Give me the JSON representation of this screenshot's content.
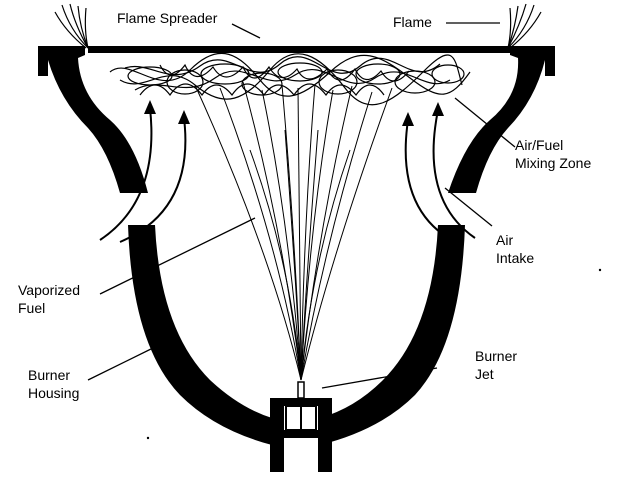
{
  "diagram": {
    "labels": {
      "flame_spreader": "Flame Spreader",
      "flame": "Flame",
      "mixing_zone": "Air/Fuel\nMixing Zone",
      "air_intake": "Air\nIntake",
      "vaporized_fuel": "Vaporized\nFuel",
      "burner_housing": "Burner\nHousing",
      "burner_jet": "Burner\nJet"
    },
    "colors": {
      "ink": "#000000",
      "background": "#ffffff"
    }
  }
}
